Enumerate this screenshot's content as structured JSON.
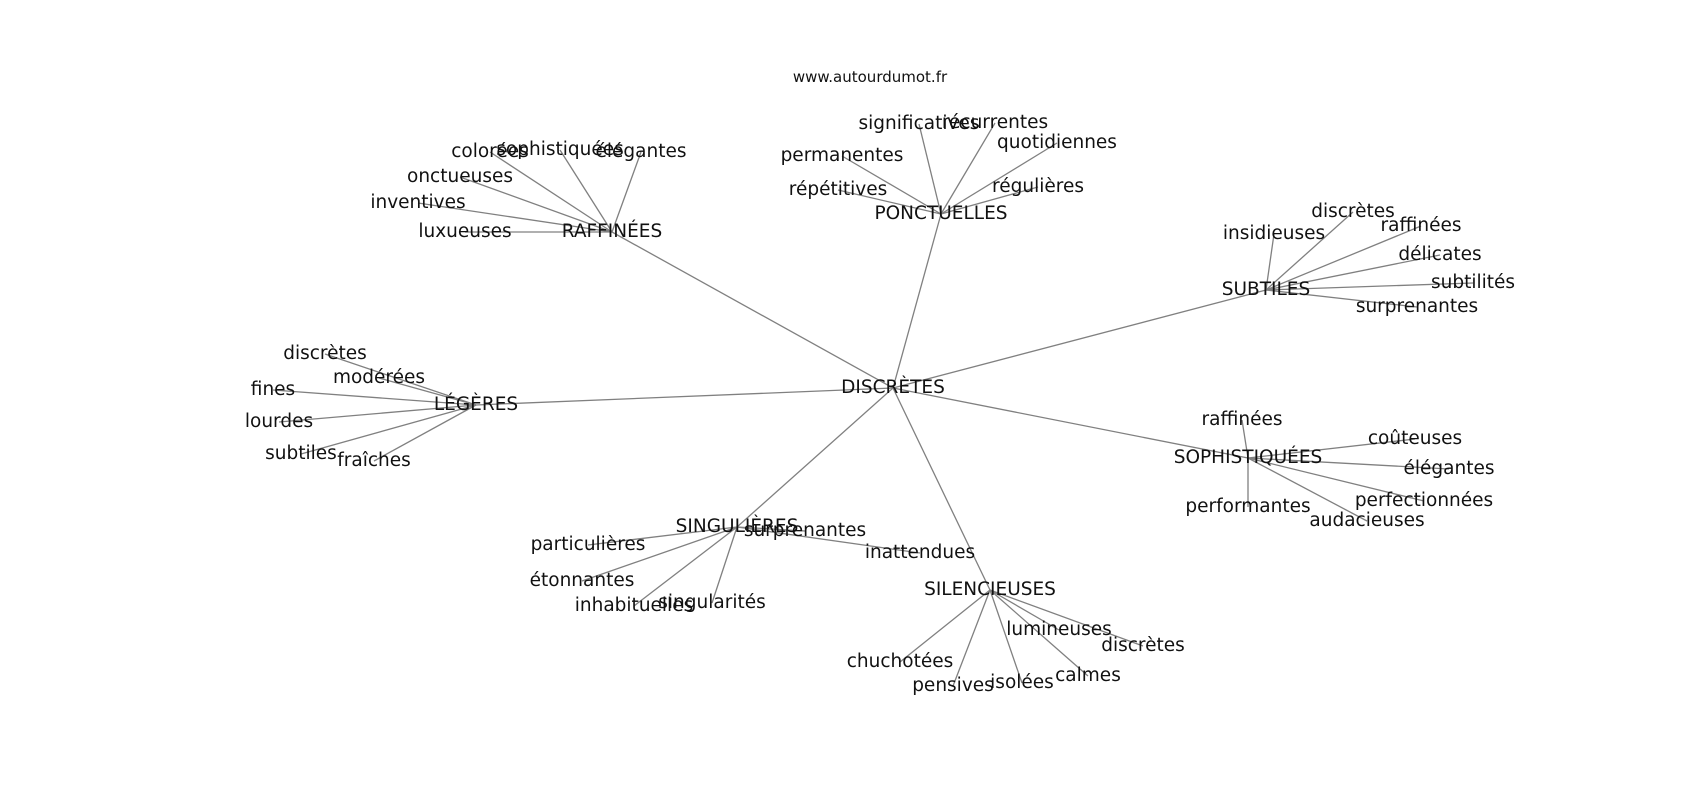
{
  "source": "www.autourdumot.fr",
  "center": "DISCRÈTES",
  "groups": [
    {
      "label": "RAFFINÉES",
      "words": [
        "colorées",
        "sophistiquées",
        "élégantes",
        "onctueuses",
        "inventives",
        "luxueuses"
      ]
    },
    {
      "label": "PONCTUELLES",
      "words": [
        "significatives",
        "récurrentes",
        "quotidiennes",
        "permanentes",
        "répétitives",
        "régulières"
      ]
    },
    {
      "label": "SUBTILES",
      "words": [
        "insidieuses",
        "discrètes",
        "raffinées",
        "délicates",
        "subtilités",
        "surprenantes"
      ]
    },
    {
      "label": "LÉGÈRES",
      "words": [
        "discrètes",
        "modérées",
        "fines",
        "lourdes",
        "subtiles",
        "fraîches"
      ]
    },
    {
      "label": "SOPHISTIQUÉES",
      "words": [
        "raffinées",
        "coûteuses",
        "élégantes",
        "perfectionnées",
        "performantes",
        "audacieuses"
      ]
    },
    {
      "label": "SINGULIÈRES",
      "words": [
        "particulières",
        "surprenantes",
        "inattendues",
        "étonnantes",
        "inhabituelles",
        "singularités"
      ]
    },
    {
      "label": "SILENCIEUSES",
      "words": [
        "lumineuses",
        "discrètes",
        "chuchotées",
        "pensives",
        "isolées",
        "calmes"
      ]
    }
  ]
}
